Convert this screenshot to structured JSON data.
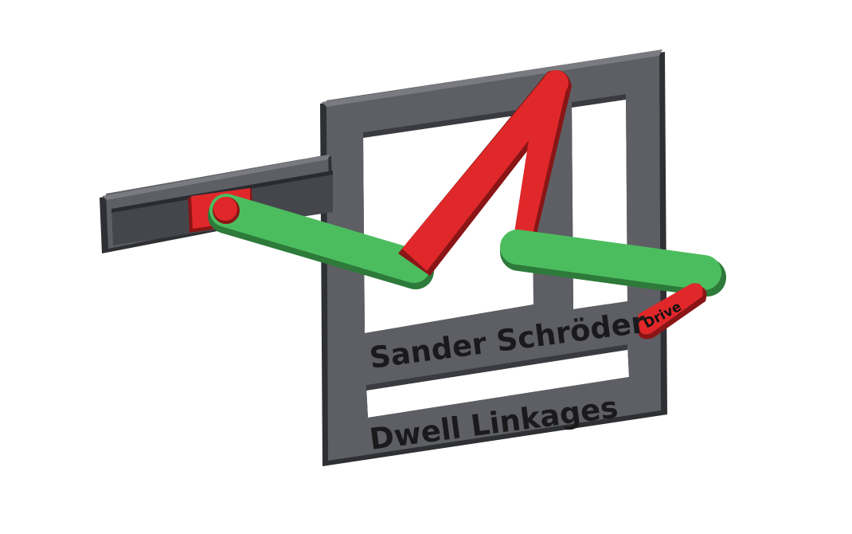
{
  "labels": {
    "author": "Sander Schröder",
    "title": "Dwell Linkages",
    "drive": "Drive"
  },
  "colors": {
    "background": "#ffffff",
    "frame_face": "#5e5f64",
    "frame_edge": "#2f3034",
    "link_green": "#4cbd5f",
    "link_green_dark": "#2d7a3a",
    "link_red": "#e0282a",
    "link_red_dark": "#8a1516",
    "engraving": "#1a1a1c"
  },
  "parts": [
    {
      "name": "frame",
      "color": "frame_face"
    },
    {
      "name": "slider-rail",
      "color": "frame_face"
    },
    {
      "name": "slider-block",
      "color": "link_red"
    },
    {
      "name": "coupler-link-left",
      "color": "link_green"
    },
    {
      "name": "rocker-link",
      "color": "link_red"
    },
    {
      "name": "coupler-link-right",
      "color": "link_green"
    },
    {
      "name": "drive-crank",
      "color": "link_red"
    }
  ]
}
